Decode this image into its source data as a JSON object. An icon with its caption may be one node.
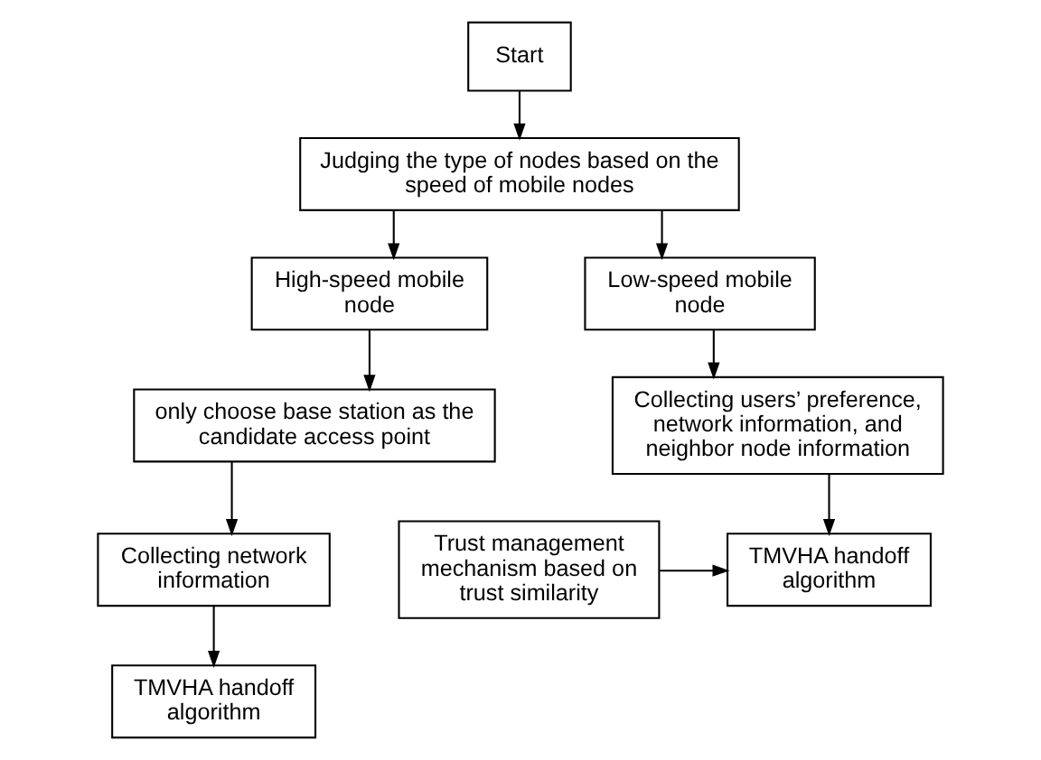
{
  "diagram": {
    "nodes": [
      {
        "text": [
          "Start"
        ]
      },
      {
        "text": [
          "Judging the type of nodes based on the speed of mobile nodes"
        ]
      },
      {
        "text": [
          "High-speed mobile node"
        ]
      },
      {
        "text": [
          "Low-speed mobile node"
        ]
      },
      {
        "text": [
          "only choose base station as the candidate access point"
        ]
      },
      {
        "text": [
          "Collecting users’ preference, network information, and neighbor node information"
        ]
      },
      {
        "text": [
          "Collecting network information"
        ]
      },
      {
        "text": [
          "TMVHA handoff algorithm"
        ]
      },
      {
        "text": [
          "Trust management mechanism based on trust similarity"
        ]
      },
      {
        "text": [
          "TMVHA handoff algorithm"
        ]
      }
    ],
    "edges": [
      {
        "from": 0,
        "to": 1,
        "arrow": "to"
      },
      {
        "from": 1,
        "to": 2,
        "arrow": "to"
      },
      {
        "from": 1,
        "to": 3,
        "arrow": "to"
      },
      {
        "from": 2,
        "to": 4,
        "arrow": "to"
      },
      {
        "from": 4,
        "to": 6,
        "arrow": "to"
      },
      {
        "from": 6,
        "to": 9,
        "arrow": "to"
      },
      {
        "from": 3,
        "to": 5,
        "arrow": "to"
      },
      {
        "from": 5,
        "to": 7,
        "arrow": "to"
      },
      {
        "from": 8,
        "to": 7,
        "arrow": "to"
      }
    ]
  }
}
